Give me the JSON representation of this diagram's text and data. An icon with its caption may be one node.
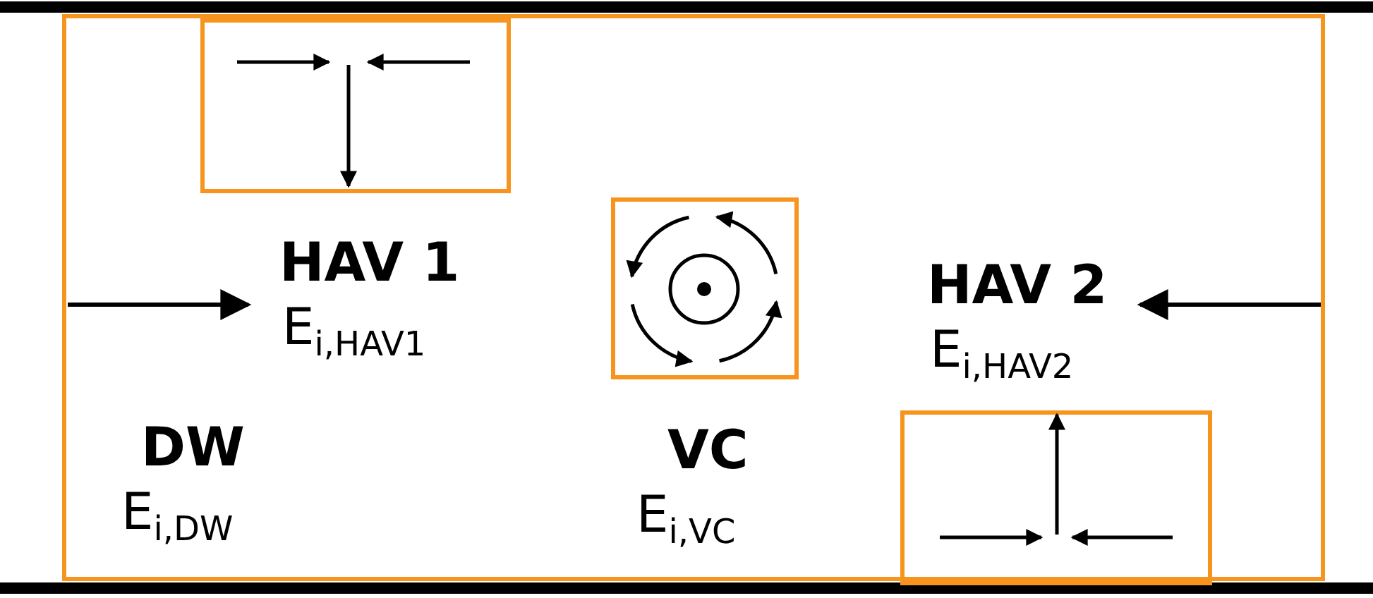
{
  "diagram": {
    "nodes": [
      {
        "text": [
          "DW",
          "E$_{i,DW}$"
        ]
      },
      {
        "text": [
          "HAV 1",
          "E$_{i,HAV1}$"
        ],
        "in": 0
      },
      {
        "text": [
          "VC",
          "E$_{i,VC}$"
        ],
        "in": 0
      },
      {
        "text": [
          "HAV 2",
          "E$_{i,HAV2}$"
        ],
        "in": 0
      }
    ],
    "edges": [
      {
        "from": null,
        "to": 1,
        "arrow": "to"
      },
      {
        "from": null,
        "to": 3,
        "arrow": "to"
      }
    ]
  }
}
